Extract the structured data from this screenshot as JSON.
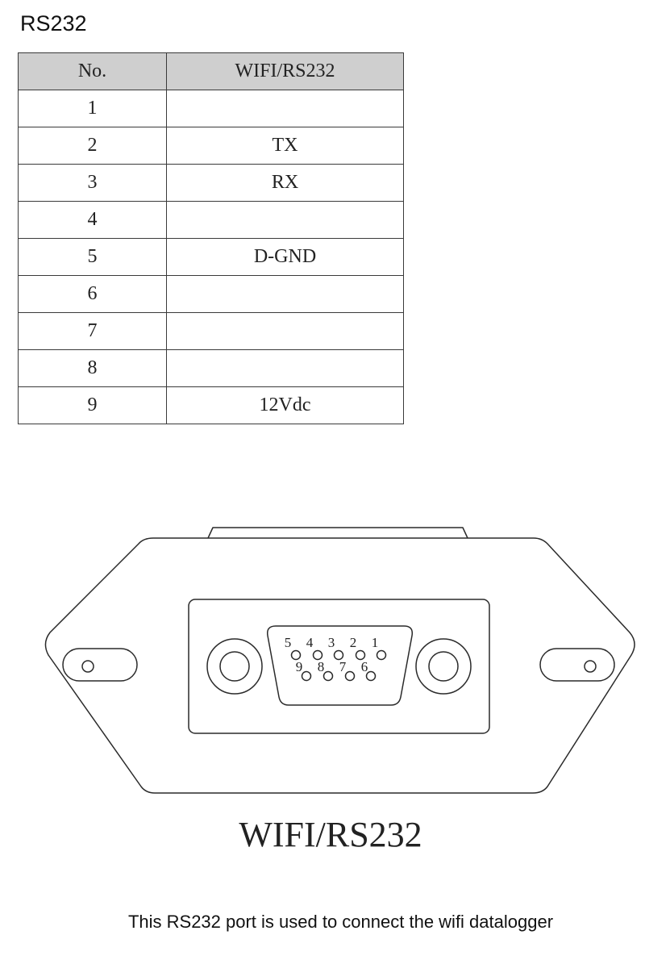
{
  "heading": "RS232",
  "table": {
    "headers": [
      "No.",
      "WIFI/RS232"
    ],
    "rows": [
      {
        "no": "1",
        "function": ""
      },
      {
        "no": "2",
        "function": "TX"
      },
      {
        "no": "3",
        "function": "RX"
      },
      {
        "no": "4",
        "function": ""
      },
      {
        "no": "5",
        "function": "D-GND"
      },
      {
        "no": "6",
        "function": ""
      },
      {
        "no": "7",
        "function": ""
      },
      {
        "no": "8",
        "function": ""
      },
      {
        "no": "9",
        "function": "12Vdc"
      }
    ]
  },
  "connector": {
    "top_row_pins": [
      "5",
      "4",
      "3",
      "2",
      "1"
    ],
    "bottom_row_pins": [
      "9",
      "8",
      "7",
      "6"
    ],
    "name": "WIFI/RS232"
  },
  "caption": "This RS232 port is used to connect the wifi datalogger"
}
